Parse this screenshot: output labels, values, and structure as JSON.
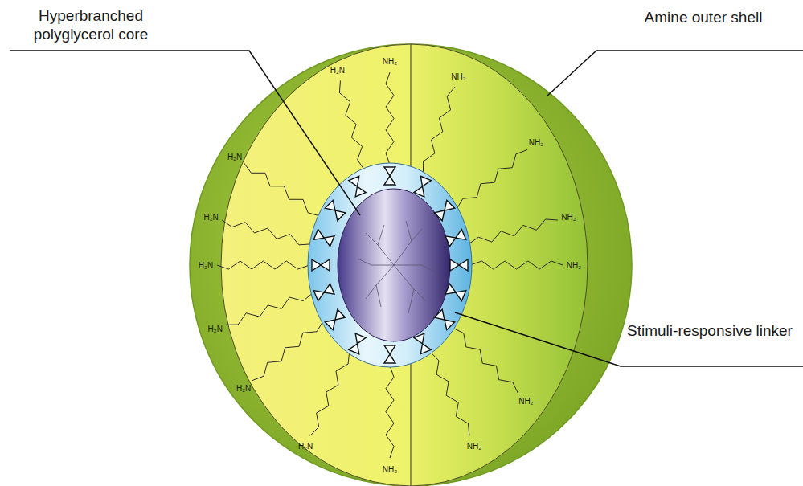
{
  "diagram": {
    "labels": [
      "Hyperbranched polyglycerol core",
      "Amine outer shell",
      "Stimuli-responsive linker",
      "NH₂",
      "NH₂",
      "NH₂",
      "NH₂",
      "NH₂",
      "NH₂",
      "NH₂",
      "NH₂",
      "H₂N",
      "H₂N",
      "H₂N",
      "H₂N",
      "H₂N",
      "H₂N",
      "H₂N"
    ]
  }
}
